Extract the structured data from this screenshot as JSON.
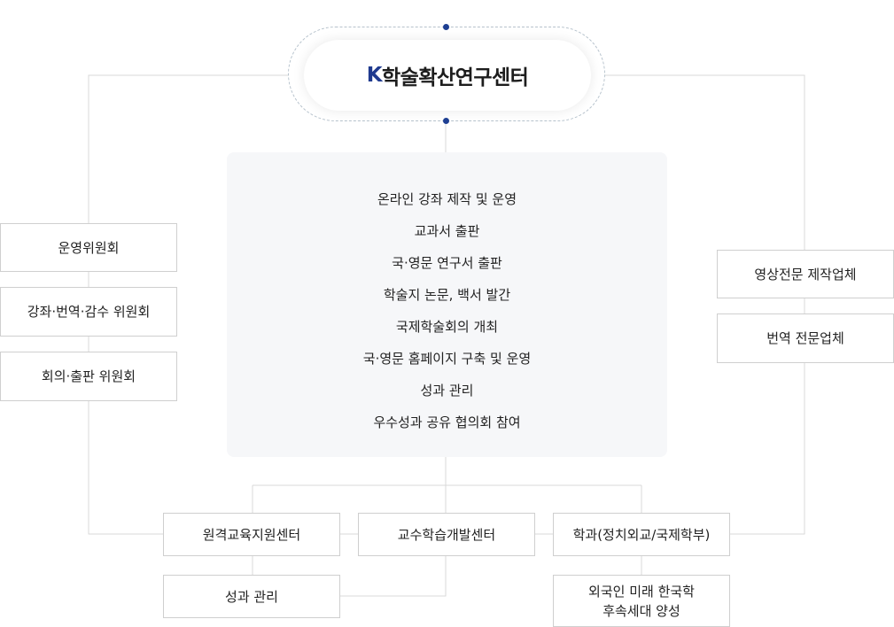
{
  "center": {
    "title_k": "K",
    "title_rest": "학술확산연구센터"
  },
  "activities": [
    "온라인 강좌 제작 및 운영",
    "교과서 출판",
    "국·영문 연구서 출판",
    "학술지 논문, 백서 발간",
    "국제학술회의 개최",
    "국·영문 홈페이지 구축 및 운영",
    "성과 관리",
    "우수성과 공유 협의회 참여"
  ],
  "committees": [
    "운영위원회",
    "강좌·번역·감수 위원회",
    "회의·출판 위원회"
  ],
  "vendors": [
    "영상전문 제작업체",
    "번역 전문업체"
  ],
  "units": {
    "remote": "원격교육지원센터",
    "teaching": "교수학습개발센터",
    "dept": "학과(정치외교/국제학부)"
  },
  "sub_units": {
    "performance": "성과 관리",
    "future_line1": "외국인 미래 한국학",
    "future_line2": "후속세대 양성"
  },
  "colors": {
    "accent_navy": "#1e3f92",
    "accent_red": "#d1222a",
    "line": "#d9d9d9"
  }
}
